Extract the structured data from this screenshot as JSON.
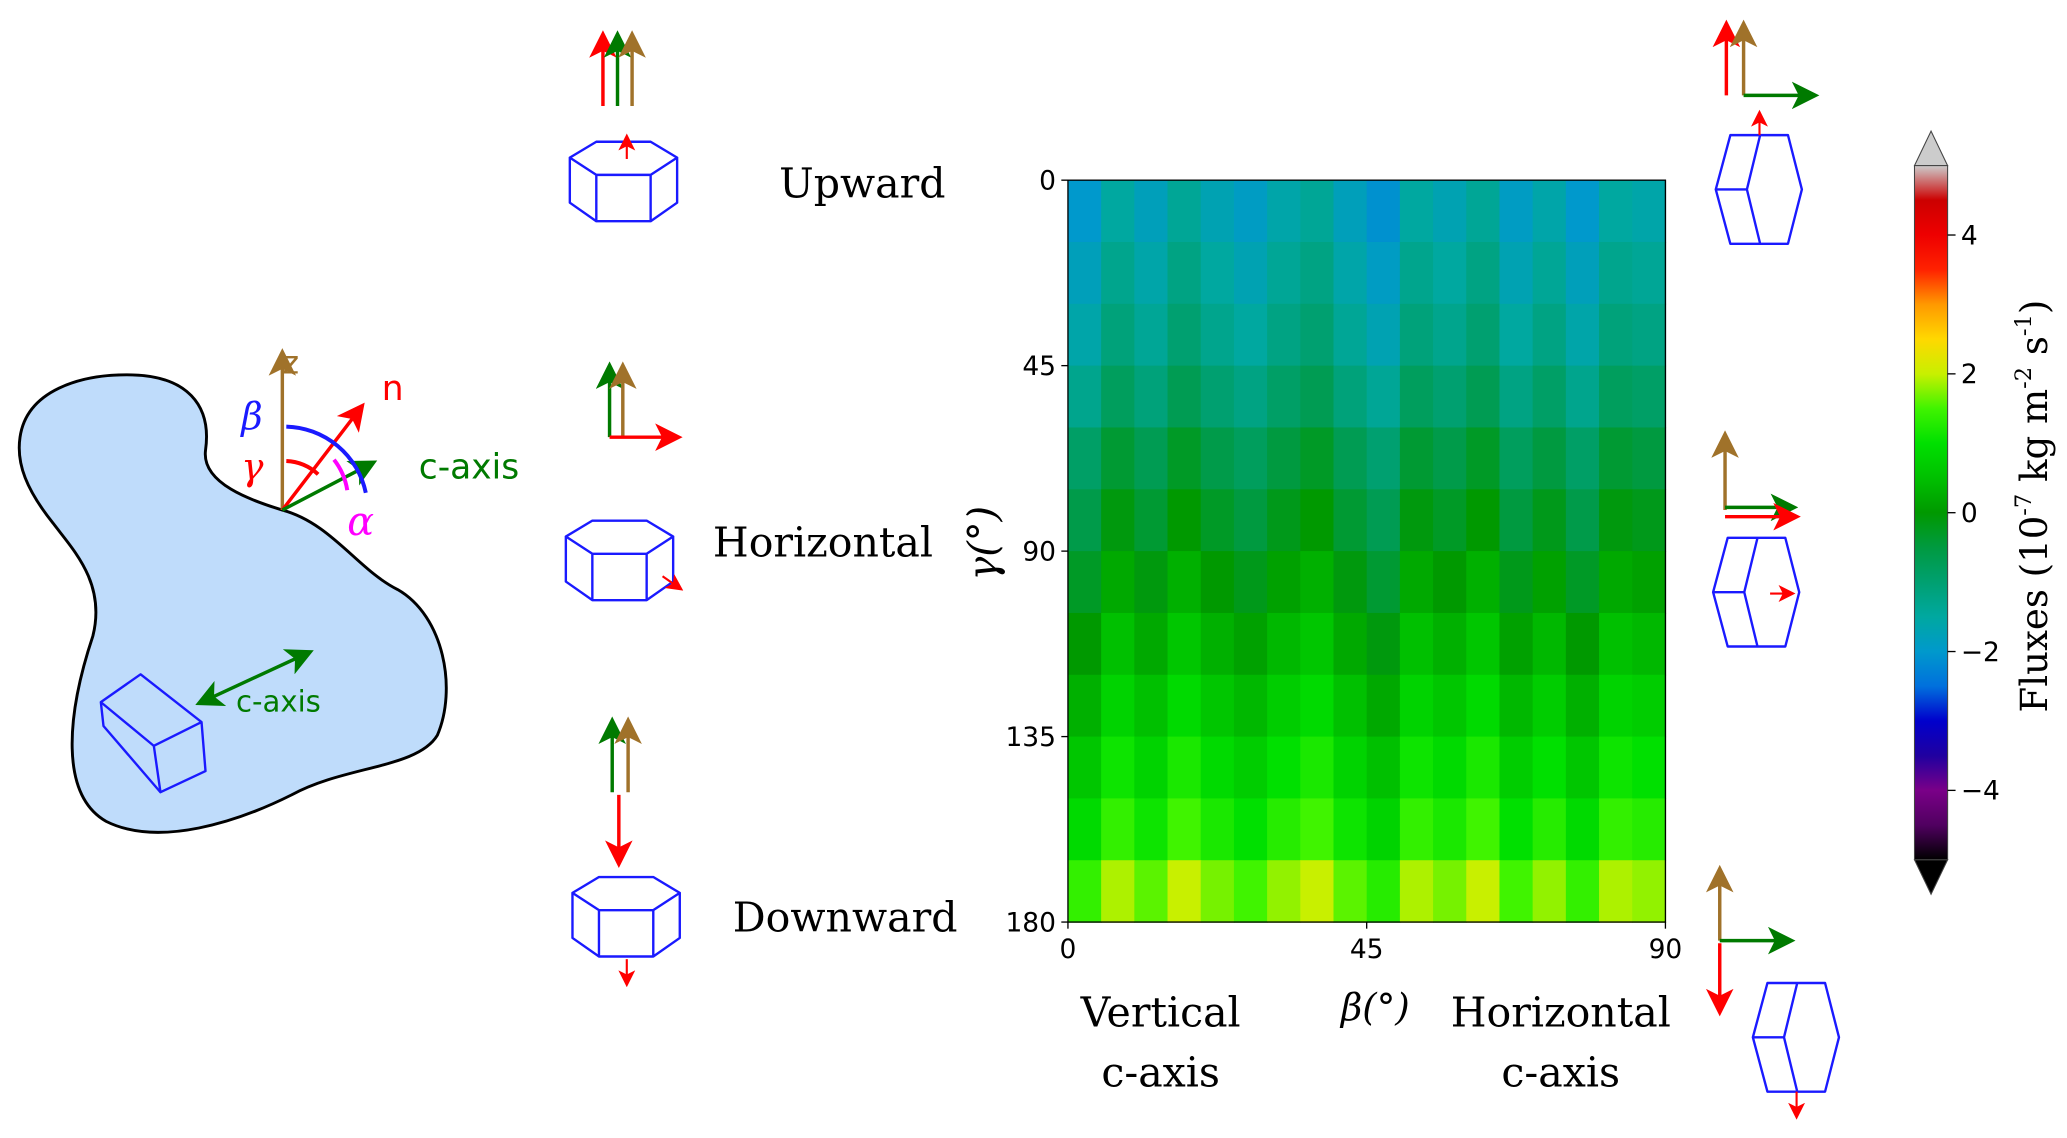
{
  "colors": {
    "z": "#a0722a",
    "n": "#ff0000",
    "caxis": "#007a00",
    "beta": "#1a1aff",
    "gamma": "#ff0000",
    "alpha": "#ff00ff",
    "crystal": "#1a1aff",
    "particle": "#bfdcfb"
  },
  "schematic": {
    "z_label": "z",
    "n_label": "n",
    "caxis_label": "c-axis",
    "beta_label": "β",
    "gamma_label": "γ",
    "alpha_label": "α",
    "crystal_caxis_label": "c-axis"
  },
  "orientations": {
    "upward": "Upward",
    "horizontal": "Horizontal",
    "downward": "Downward"
  },
  "xaxis_notes": {
    "left_line1": "Vertical",
    "left_line2": "c-axis",
    "right_line1": "Horizontal",
    "right_line2": "c-axis"
  },
  "chart_data": {
    "type": "heatmap",
    "xlabel": "β(°)",
    "ylabel": "γ(°)",
    "xlim": [
      0,
      90
    ],
    "ylim": [
      180,
      0
    ],
    "xticks": [
      "0",
      "45",
      "90"
    ],
    "yticks": [
      "0",
      "45",
      "90",
      "135",
      "180"
    ],
    "x_bin_deg": 5,
    "y_bin_deg": 15,
    "values": [
      [
        -2.0,
        -1.5,
        -1.8,
        -1.4,
        -1.7,
        -1.9,
        -1.6,
        -1.4,
        -1.8,
        -2.1,
        -1.5,
        -1.7,
        -1.4,
        -1.9,
        -1.6,
        -2.0,
        -1.5,
        -1.6
      ],
      [
        -1.8,
        -1.3,
        -1.6,
        -1.2,
        -1.5,
        -1.7,
        -1.4,
        -1.2,
        -1.6,
        -1.9,
        -1.3,
        -1.5,
        -1.2,
        -1.7,
        -1.4,
        -1.8,
        -1.3,
        -1.4
      ],
      [
        -1.6,
        -1.1,
        -1.4,
        -1.0,
        -1.3,
        -1.5,
        -1.2,
        -1.0,
        -1.4,
        -1.7,
        -1.1,
        -1.3,
        -1.0,
        -1.5,
        -1.2,
        -1.6,
        -1.1,
        -1.2
      ],
      [
        -1.3,
        -0.8,
        -1.1,
        -0.7,
        -1.0,
        -1.2,
        -0.9,
        -0.7,
        -1.1,
        -1.4,
        -0.8,
        -1.0,
        -0.7,
        -1.2,
        -0.9,
        -1.3,
        -0.8,
        -0.9
      ],
      [
        -0.9,
        -0.4,
        -0.7,
        -0.3,
        -0.6,
        -0.8,
        -0.5,
        -0.3,
        -0.7,
        -1.0,
        -0.4,
        -0.6,
        -0.3,
        -0.8,
        -0.5,
        -0.9,
        -0.4,
        -0.5
      ],
      [
        -0.6,
        -0.1,
        -0.4,
        0.0,
        -0.3,
        -0.5,
        -0.2,
        0.0,
        -0.4,
        -0.7,
        -0.1,
        -0.3,
        0.0,
        -0.5,
        -0.2,
        -0.6,
        -0.1,
        -0.2
      ],
      [
        -0.3,
        0.2,
        -0.1,
        0.3,
        0.0,
        -0.2,
        0.1,
        0.3,
        -0.1,
        -0.4,
        0.2,
        0.0,
        0.3,
        -0.2,
        0.1,
        -0.3,
        0.2,
        0.1
      ],
      [
        0.0,
        0.5,
        0.2,
        0.6,
        0.3,
        0.1,
        0.4,
        0.6,
        0.2,
        -0.1,
        0.5,
        0.3,
        0.6,
        0.1,
        0.4,
        0.0,
        0.5,
        0.4
      ],
      [
        0.3,
        0.8,
        0.5,
        0.9,
        0.6,
        0.4,
        0.7,
        0.9,
        0.5,
        0.2,
        0.8,
        0.6,
        0.9,
        0.4,
        0.7,
        0.3,
        0.8,
        0.7
      ],
      [
        0.6,
        1.1,
        0.8,
        1.2,
        0.9,
        0.7,
        1.0,
        1.2,
        0.8,
        0.5,
        1.1,
        0.9,
        1.2,
        0.7,
        1.0,
        0.6,
        1.1,
        1.0
      ],
      [
        0.9,
        1.4,
        1.1,
        1.5,
        1.2,
        1.0,
        1.3,
        1.5,
        1.1,
        0.8,
        1.4,
        1.2,
        1.5,
        1.0,
        1.3,
        0.9,
        1.4,
        1.3
      ],
      [
        1.4,
        1.9,
        1.6,
        2.0,
        1.7,
        1.5,
        1.8,
        2.0,
        1.6,
        1.3,
        1.9,
        1.7,
        2.0,
        1.5,
        1.8,
        1.4,
        1.9,
        1.8
      ]
    ],
    "colorbar": {
      "label_main": "Fluxes (10",
      "label_exp1": "-7",
      "label_mid": " kg m",
      "label_exp2": "-2",
      "label_s": " s",
      "label_exp3": "-1",
      "label_end": ")",
      "range": [
        -5,
        5
      ],
      "ticks": [
        "4",
        "2",
        "0",
        "−2",
        "−4"
      ],
      "tick_values": [
        4,
        2,
        0,
        -2,
        -4
      ],
      "extend": "both",
      "stops": [
        [
          -5,
          "#000000"
        ],
        [
          -4.5,
          "#500060"
        ],
        [
          -4,
          "#7a0088"
        ],
        [
          -3.5,
          "#2000a0"
        ],
        [
          -3,
          "#0000cc"
        ],
        [
          -2.5,
          "#0070dd"
        ],
        [
          -2,
          "#0099cc"
        ],
        [
          -1.5,
          "#00a8a0"
        ],
        [
          -1,
          "#00a070"
        ],
        [
          -0.5,
          "#009a40"
        ],
        [
          0,
          "#009900"
        ],
        [
          0.5,
          "#00c000"
        ],
        [
          1,
          "#00e000"
        ],
        [
          1.5,
          "#40f400"
        ],
        [
          2,
          "#c8f000"
        ],
        [
          2.5,
          "#ffd800"
        ],
        [
          3,
          "#ff9900"
        ],
        [
          3.5,
          "#ff2200"
        ],
        [
          4,
          "#ee0000"
        ],
        [
          4.5,
          "#cc0000"
        ],
        [
          5,
          "#cccccc"
        ]
      ]
    }
  }
}
